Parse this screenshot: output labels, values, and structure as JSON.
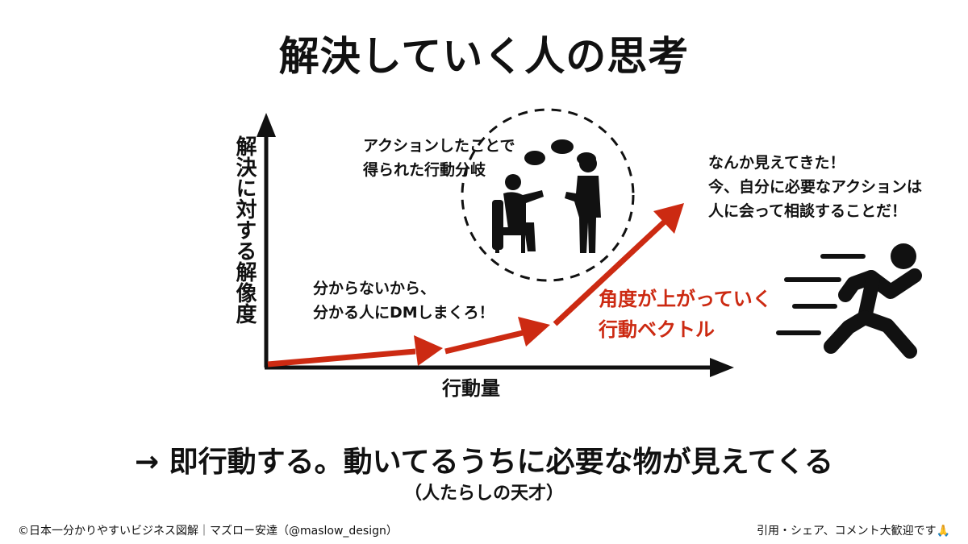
{
  "title": "解決していく人の思考",
  "axes": {
    "y_label": "解決に対する解像度",
    "x_label": "行動量"
  },
  "notes": {
    "branch": "アクションしたことで\n得られた行動分岐",
    "dm": "分からないから、\n分かる人にDMしまくろ！",
    "see": "なんか見えてきた！\n今、自分に必要なアクションは\n人に会って相談することだ！",
    "angle": "角度が上がっていく\n行動ベクトル"
  },
  "conclusion": "→ 即行動する。動いてるうちに必要な物が見えてくる",
  "subtitle": "（人たらしの天才）",
  "footer": {
    "left": "©日本一分かりやすいビジネス図解｜マズロー安達（@maslow_design）",
    "right": "引用・シェア、コメント大歓迎です🙏"
  },
  "icons": [
    "consultation-icon",
    "running-person-icon"
  ],
  "colors": {
    "accent": "#cc2a12",
    "ink": "#111111"
  }
}
